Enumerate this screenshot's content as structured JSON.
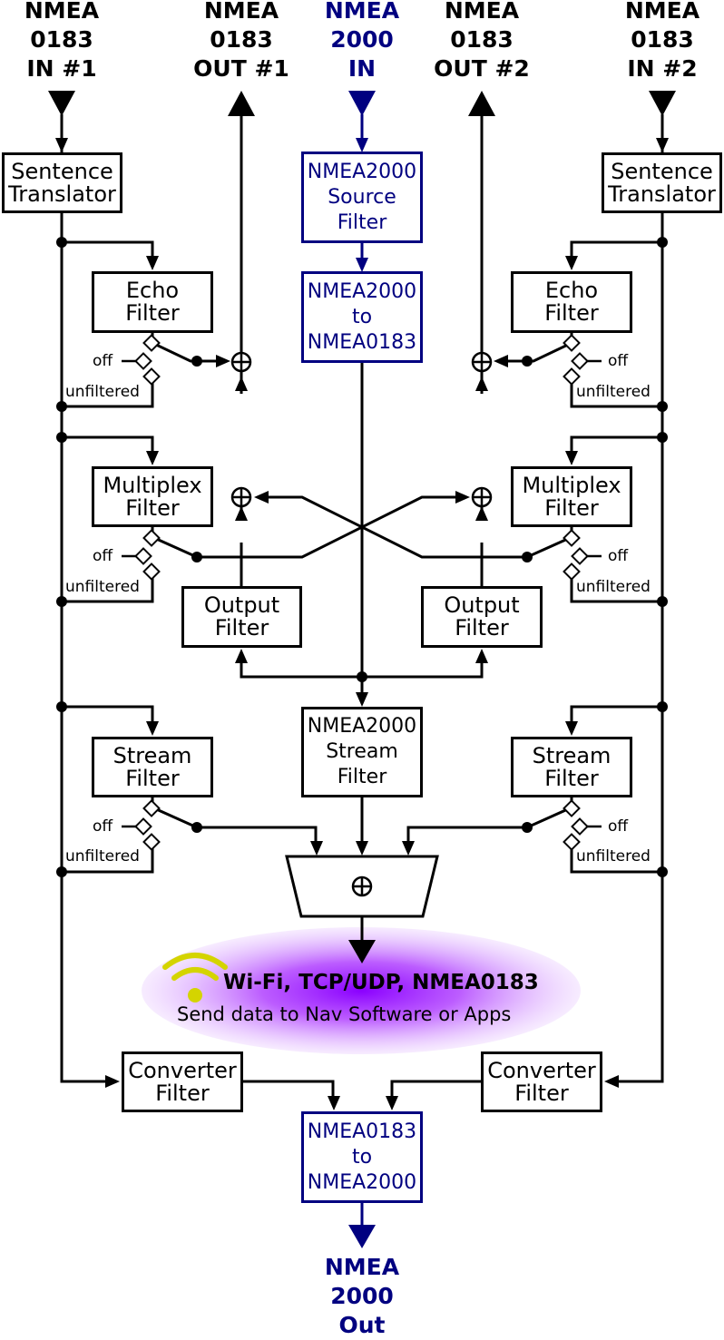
{
  "inputs_outputs": {
    "nmea0183_in_1": [
      "NMEA",
      "0183",
      "IN #1"
    ],
    "nmea0183_out_1": [
      "NMEA",
      "0183",
      "OUT #1"
    ],
    "nmea2000_in": [
      "NMEA",
      "2000",
      "IN"
    ],
    "nmea0183_out_2": [
      "NMEA",
      "0183",
      "OUT #2"
    ],
    "nmea0183_in_2": [
      "NMEA",
      "0183",
      "IN #2"
    ],
    "nmea2000_out": [
      "NMEA",
      "2000",
      "Out"
    ]
  },
  "boxes": {
    "sentence_translator": [
      "Sentence",
      "Translator"
    ],
    "echo_filter": [
      "Echo",
      "Filter"
    ],
    "multiplex_filter": [
      "Multiplex",
      "Filter"
    ],
    "output_filter": [
      "Output",
      "Filter"
    ],
    "stream_filter": [
      "Stream",
      "Filter"
    ],
    "converter_filter": [
      "Converter",
      "Filter"
    ],
    "n2k_source_filter": [
      "NMEA2000",
      "Source",
      "Filter"
    ],
    "n2k_to_0183": [
      "NMEA2000",
      "to",
      "NMEA0183"
    ],
    "n2k_stream_filter": [
      "NMEA2000",
      "Stream",
      "Filter"
    ],
    "n0183_to_2000": [
      "NMEA0183",
      "to",
      "NMEA2000"
    ]
  },
  "switch_labels": {
    "off": "off",
    "unfiltered": "unfiltered"
  },
  "wifi": {
    "title": "Wi-Fi, TCP/UDP, NMEA0183",
    "subtitle": "Send data to Nav Software or Apps"
  },
  "colors": {
    "line": "#000000",
    "nmea2000": "#000080",
    "wifi_icon": "#d4d400",
    "wifi_glow": "#9000ff"
  }
}
